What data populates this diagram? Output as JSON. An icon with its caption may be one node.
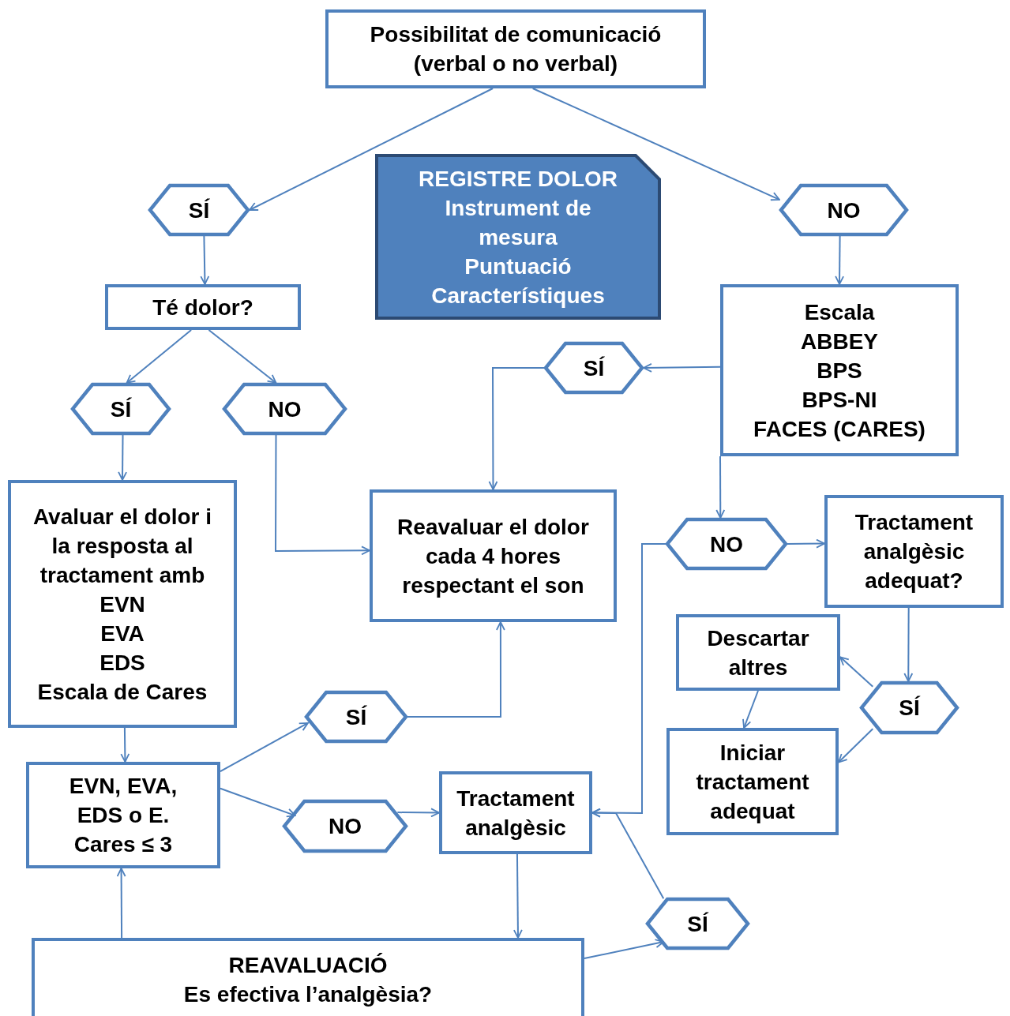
{
  "diagram": {
    "nodes": [
      {
        "text": [
          "Possibilitat de comunicació (verbal o no verbal)"
        ]
      },
      {
        "text": [
          "REGISTRE DOLOR",
          "Instrument de mesura",
          "Puntuació",
          "Característiques"
        ]
      },
      {
        "text": [
          "SÍ"
        ]
      },
      {
        "text": [
          "NO"
        ]
      },
      {
        "text": [
          "Té dolor?"
        ]
      },
      {
        "text": [
          "Escala",
          "ABBEY",
          "BPS",
          "BPS-NI",
          "FACES (CARES)"
        ]
      },
      {
        "text": [
          "SÍ"
        ]
      },
      {
        "text": [
          "SÍ"
        ]
      },
      {
        "text": [
          "NO"
        ]
      },
      {
        "text": [
          "Avaluar el dolor i la resposta al tractament amb",
          "EVN",
          "EVA",
          "EDS",
          "Escala de Cares"
        ]
      },
      {
        "text": [
          "Reavaluar el dolor cada 4 hores respectant el son"
        ]
      },
      {
        "text": [
          "NO"
        ]
      },
      {
        "text": [
          "Tractament analgèsic adequat?"
        ]
      },
      {
        "text": [
          "Descartar altres"
        ]
      },
      {
        "text": [
          "SÍ"
        ]
      },
      {
        "text": [
          "SÍ"
        ]
      },
      {
        "text": [
          "Iniciar tractament adequat"
        ]
      },
      {
        "text": [
          "EVN, EVA, EDS o E. Cares ≤ 3"
        ]
      },
      {
        "text": [
          "Tractament analgèsic"
        ]
      },
      {
        "text": [
          "NO"
        ]
      },
      {
        "text": [
          "SÍ"
        ]
      },
      {
        "text": [
          "REAVALUACIÓ",
          "Es efectiva l’analgèsia?"
        ]
      }
    ],
    "edges": [
      {
        "from": 0,
        "to": 2,
        "arrow": "to"
      },
      {
        "from": 0,
        "to": 3,
        "arrow": "to"
      },
      {
        "from": 2,
        "to": 4,
        "arrow": "to"
      },
      {
        "from": 3,
        "to": 5,
        "arrow": "to"
      },
      {
        "from": 4,
        "to": 7,
        "arrow": "to"
      },
      {
        "from": 4,
        "to": 8,
        "arrow": "to"
      },
      {
        "from": 5,
        "to": 6,
        "arrow": "to"
      },
      {
        "from": 6,
        "to": 10,
        "arrow": "to"
      },
      {
        "from": 7,
        "to": 9,
        "arrow": "to"
      },
      {
        "from": 8,
        "to": 10,
        "arrow": "to"
      },
      {
        "from": 5,
        "to": 11,
        "arrow": "to"
      },
      {
        "from": 11,
        "to": 12,
        "arrow": "to"
      },
      {
        "from": 12,
        "to": 14,
        "arrow": "to"
      },
      {
        "from": 14,
        "to": 13,
        "arrow": "to"
      },
      {
        "from": 14,
        "to": 16,
        "arrow": "to"
      },
      {
        "from": 13,
        "to": 16,
        "arrow": "to"
      },
      {
        "from": 9,
        "to": 17,
        "arrow": "to"
      },
      {
        "from": 17,
        "to": 15,
        "arrow": "to"
      },
      {
        "from": 17,
        "to": 19,
        "arrow": "to"
      },
      {
        "from": 15,
        "to": 10,
        "arrow": "to"
      },
      {
        "from": 19,
        "to": 18,
        "arrow": "to"
      },
      {
        "from": 11,
        "to": 18,
        "arrow": "to"
      },
      {
        "from": 18,
        "to": 21,
        "arrow": "to"
      },
      {
        "from": 21,
        "to": 20,
        "arrow": "to"
      },
      {
        "from": 20,
        "to": 18,
        "arrow": "to"
      },
      {
        "from": 21,
        "to": 17,
        "arrow": "to"
      }
    ]
  }
}
